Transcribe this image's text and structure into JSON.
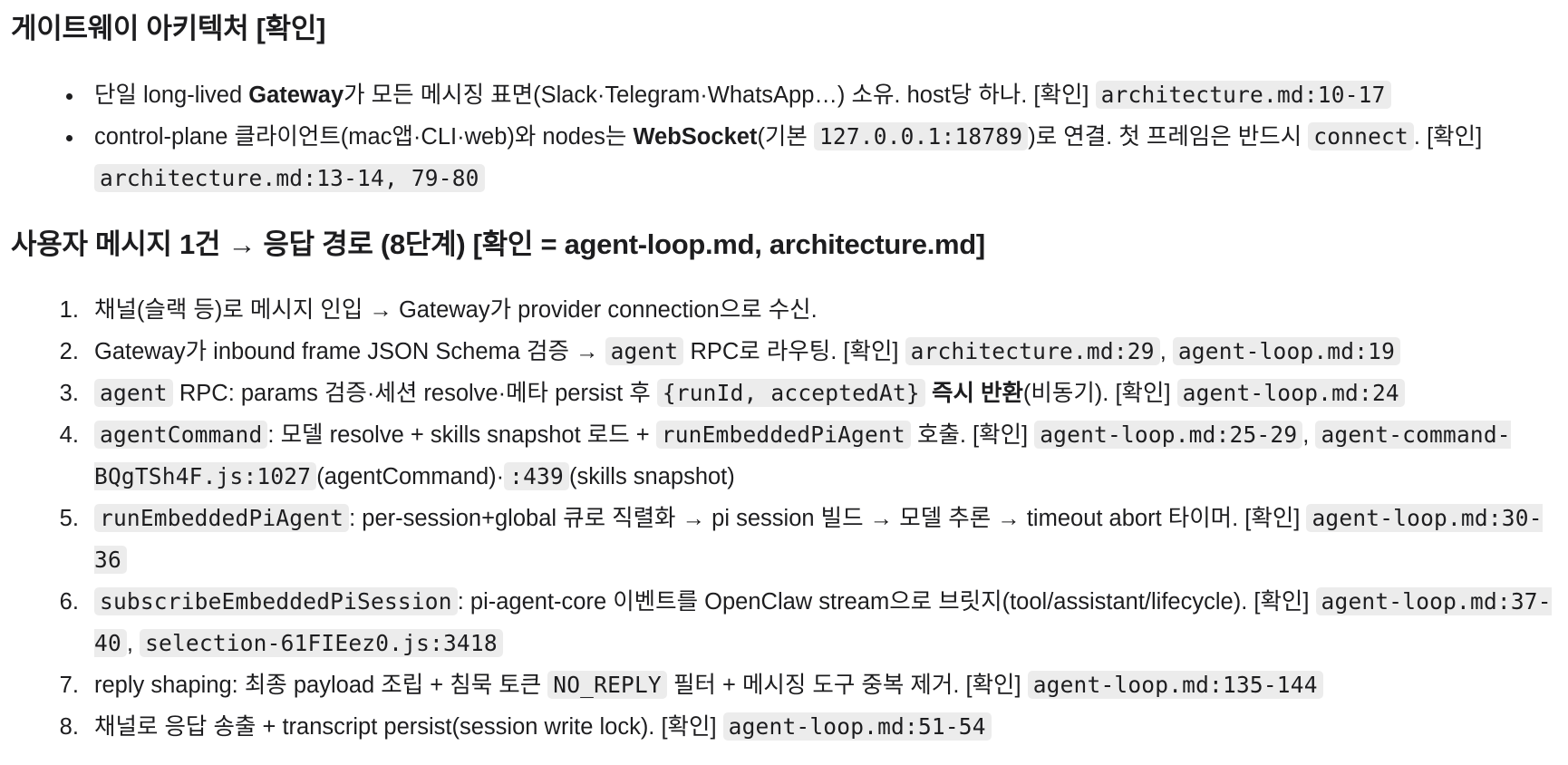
{
  "section_arch": {
    "title": "게이트웨이 아키텍처 [확인]",
    "items": [
      {
        "t1": "단일 long-lived ",
        "b1": "Gateway",
        "t2": "가 모든 메시징 표면(Slack·Telegram·WhatsApp…) 소유. host당 하나. [확인] ",
        "c1": "architecture.md:10-17"
      },
      {
        "t1": "control-plane 클라이언트(mac앱·CLI·web)와 nodes는 ",
        "b1": "WebSocket",
        "t2": "(기본 ",
        "c1": "127.0.0.1:18789",
        "t3": ")로 연결. 첫 프레임은 반드시 ",
        "c2": "connect",
        "t4": ". [확인] ",
        "c3": "architecture.md:13-14, 79-80"
      }
    ]
  },
  "section_path": {
    "title": "사용자 메시지 1건 → 응답 경로 (8단계) [확인 = agent-loop.md, architecture.md]",
    "steps": [
      {
        "t1": "채널(슬랙 등)로 메시지 인입 → Gateway가 provider connection으로 수신."
      },
      {
        "t1": "Gateway가 inbound frame JSON Schema 검증 → ",
        "c1": "agent",
        "t2": " RPC로 라우팅. [확인] ",
        "c2": "architecture.md:29",
        "t3": ", ",
        "c3": "agent-loop.md:19"
      },
      {
        "c1": "agent",
        "t1": " RPC: params 검증·세션 resolve·메타 persist 후 ",
        "c2": "{runId, acceptedAt}",
        "t2": " ",
        "b1": "즉시 반환",
        "t3": "(비동기). [확인] ",
        "c3": "agent-loop.md:24"
      },
      {
        "c1": "agentCommand",
        "t1": ": 모델 resolve + skills snapshot 로드 + ",
        "c2": "runEmbeddedPiAgent",
        "t2": " 호출. [확인] ",
        "c3": "agent-loop.md:25-29",
        "t3": ", ",
        "c4": "agent-command-BQgTSh4F.js:1027",
        "t4": "(agentCommand)·",
        "c5": ":439",
        "t5": "(skills snapshot)"
      },
      {
        "c1": "runEmbeddedPiAgent",
        "t1": ": per-session+global 큐로 직렬화 → pi session 빌드 → 모델 추론 → timeout abort 타이머. [확인] ",
        "c2": "agent-loop.md:30-36"
      },
      {
        "c1": "subscribeEmbeddedPiSession",
        "t1": ": pi-agent-core 이벤트를 OpenClaw stream으로 브릿지(tool/assistant/lifecycle). [확인] ",
        "c2": "agent-loop.md:37-40",
        "t2": ", ",
        "c3": "selection-61FIEez0.js:3418"
      },
      {
        "t1": "reply shaping: 최종 payload 조립 + 침묵 토큰 ",
        "c1": "NO_REPLY",
        "t2": " 필터 + 메시징 도구 중복 제거. [확인] ",
        "c2": "agent-loop.md:135-144"
      },
      {
        "t1": "채널로 응답 송출 + transcript persist(session write lock). [확인] ",
        "c1": "agent-loop.md:51-54"
      }
    ]
  }
}
